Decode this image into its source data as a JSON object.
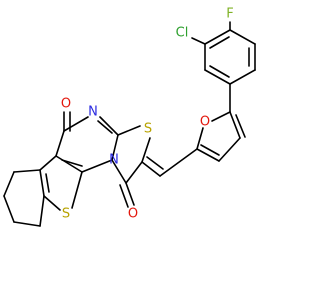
{
  "molecule": {
    "atoms": {
      "cl": {
        "symbol": "Cl",
        "color": "#2EA02E"
      },
      "f": {
        "symbol": "F",
        "color": "#7FB226"
      },
      "o_furan": {
        "symbol": "O",
        "color": "#E3170D"
      },
      "o_top": {
        "symbol": "O",
        "color": "#E3170D"
      },
      "o_right": {
        "symbol": "O",
        "color": "#E3170D"
      },
      "n_imine": {
        "symbol": "N",
        "color": "#2A2AE0"
      },
      "n_ring": {
        "symbol": "N",
        "color": "#2A2AE0"
      },
      "s_thiazole": {
        "symbol": "S",
        "color": "#B8A300"
      },
      "s_thiophene": {
        "symbol": "S",
        "color": "#B8A300"
      }
    }
  }
}
